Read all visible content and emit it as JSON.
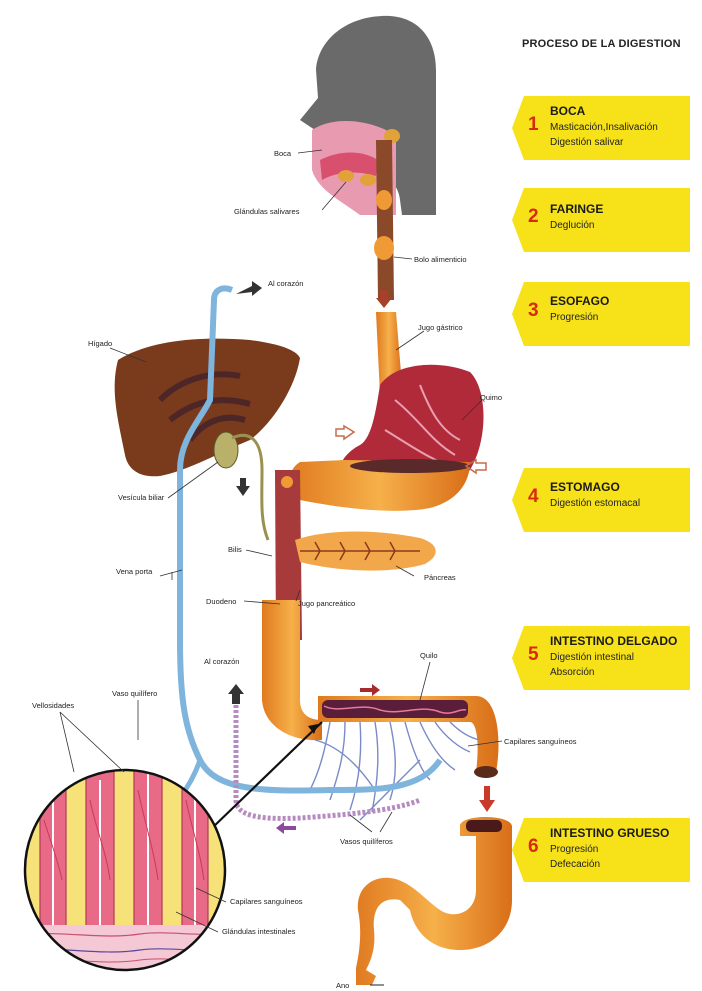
{
  "title": "PROCESO DE LA DIGESTION",
  "stages": [
    {
      "number": "1",
      "name": "BOCA",
      "lines": [
        "Masticación,Insalivación",
        "Digestión salivar"
      ]
    },
    {
      "number": "2",
      "name": "FARINGE",
      "lines": [
        "Deglución"
      ]
    },
    {
      "number": "3",
      "name": "ESOFAGO",
      "lines": [
        "Progresión"
      ]
    },
    {
      "number": "4",
      "name": "ESTOMAGO",
      "lines": [
        "Digestión estomacal"
      ]
    },
    {
      "number": "5",
      "name": "INTESTINO DELGADO",
      "lines": [
        "Digestión intestinal",
        "Absorción"
      ]
    },
    {
      "number": "6",
      "name": "INTESTINO GRUESO",
      "lines": [
        "Progresión",
        "Defecación"
      ]
    }
  ],
  "labels": {
    "boca": "Boca",
    "glandulas_salivares": "Glándulas salivares",
    "bolo_alimenticio": "Bolo alimenticio",
    "al_corazon_top": "Al corazón",
    "higado": "Hígado",
    "jugo_gastrico": "Jugo gástrico",
    "quimo": "Quimo",
    "vesicula_biliar": "Vesícula biliar",
    "bilis": "Bilis",
    "pancreas": "Páncreas",
    "vena_porta": "Vena porta",
    "duodeno": "Duodeno",
    "jugo_pancreatico": "Jugo pancreático",
    "al_corazon_mid": "Al corazón",
    "quilo": "Quilo",
    "vaso_quilifero": "Vaso quilífero",
    "vellosidades": "Vellosidades",
    "capilares_sanguineos_right": "Capilares sanguíneos",
    "vasos_quiliferos": "Vasos quilíferos",
    "capilares_sanguineos_inset": "Capilares sanguíneos",
    "glandulas_intestinales": "Glándulas intestinales",
    "ano": "Ano"
  },
  "colors": {
    "panel_yellow": "#f7e21a",
    "number_red": "#d82a10",
    "liver_brown": "#7a3a1c",
    "organ_orange": "#f09a35",
    "vein_blue": "#7fb4dc",
    "lymph_purple": "#b58bc0",
    "tissue_pink": "#e86a86",
    "head_gray": "#6a6a6a"
  },
  "icons": [
    "arrow-right-icon",
    "arrow-down-icon",
    "arrow-up-icon",
    "arrow-left-icon"
  ]
}
